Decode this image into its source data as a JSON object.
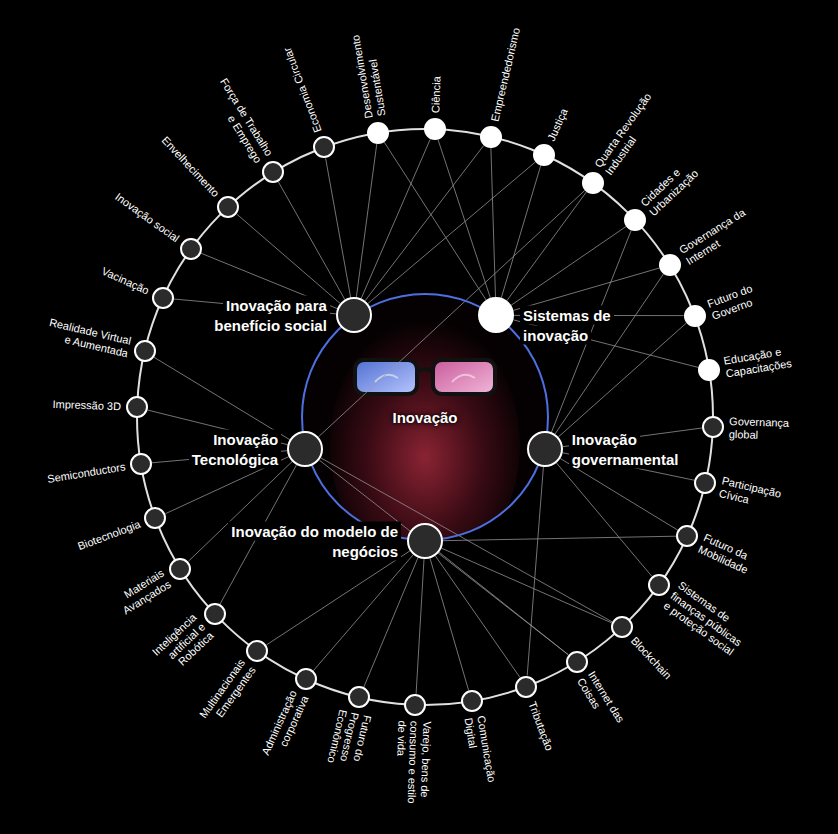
{
  "diagram": {
    "nodes": [
      {
        "text": [
          "Inovação"
        ]
      },
      {
        "text": [
          "Inovação para benefício social"
        ]
      },
      {
        "text": [
          "Sistemas de inovação"
        ]
      },
      {
        "text": [
          "Inovação Tecnológica"
        ]
      },
      {
        "text": [
          "Inovação governamental"
        ]
      },
      {
        "text": [
          "Inovação do modelo de negócios"
        ]
      },
      {
        "text": [
          "Economia Circular"
        ]
      },
      {
        "text": [
          "Desenvolvimento Sustentável"
        ]
      },
      {
        "text": [
          "Ciência"
        ]
      },
      {
        "text": [
          "Empreendedorismo"
        ]
      },
      {
        "text": [
          "Justiça"
        ]
      },
      {
        "text": [
          "Quarta Revolução Industrial"
        ]
      },
      {
        "text": [
          "Cidades e Urbanização"
        ]
      },
      {
        "text": [
          "Governança da Internet"
        ]
      },
      {
        "text": [
          "Futuro do Governo"
        ]
      },
      {
        "text": [
          "Educação e Capacitações"
        ]
      },
      {
        "text": [
          "Governança global"
        ]
      },
      {
        "text": [
          "Participação Cívica"
        ]
      },
      {
        "text": [
          "Futuro da Mobilidade"
        ]
      },
      {
        "text": [
          "Sistemas de finanças públicas e proteção social"
        ]
      },
      {
        "text": [
          "Blockchain"
        ]
      },
      {
        "text": [
          "Internet das Coisas"
        ]
      },
      {
        "text": [
          "Tributação"
        ]
      },
      {
        "text": [
          "Comunicação Digital"
        ]
      },
      {
        "text": [
          "Varejo, bens de consumo e estilo de vida"
        ]
      },
      {
        "text": [
          "Futuro do Progresso Econômico"
        ]
      },
      {
        "text": [
          "Administração corporativa"
        ]
      },
      {
        "text": [
          "Multinacionais Emergentes"
        ]
      },
      {
        "text": [
          "Inteligência artificial e Robótica"
        ]
      },
      {
        "text": [
          "Materiais Avançados"
        ]
      },
      {
        "text": [
          "Biotecnologia"
        ]
      },
      {
        "text": [
          "Semiconductors"
        ]
      },
      {
        "text": [
          "Impressão 3D"
        ]
      },
      {
        "text": [
          "Realidade Virtual e Aumentada"
        ]
      },
      {
        "text": [
          "Vacinação"
        ]
      },
      {
        "text": [
          "Inovação social"
        ]
      },
      {
        "text": [
          "Envelhecimento"
        ]
      },
      {
        "text": [
          "Força de Trabalho e Emprego"
        ]
      }
    ],
    "edges": [
      {
        "from": 1,
        "to": 6,
        "arrow": "none"
      },
      {
        "from": 1,
        "to": 37,
        "arrow": "none"
      },
      {
        "from": 1,
        "to": 36,
        "arrow": "none"
      },
      {
        "from": 1,
        "to": 35,
        "arrow": "none"
      },
      {
        "from": 1,
        "to": 34,
        "arrow": "none"
      },
      {
        "from": 1,
        "to": 7,
        "arrow": "none"
      },
      {
        "from": 1,
        "to": 8,
        "arrow": "none"
      },
      {
        "from": 1,
        "to": 9,
        "arrow": "none"
      },
      {
        "from": 1,
        "to": 10,
        "arrow": "none"
      },
      {
        "from": 2,
        "to": 7,
        "arrow": "none"
      },
      {
        "from": 2,
        "to": 8,
        "arrow": "none"
      },
      {
        "from": 2,
        "to": 9,
        "arrow": "none"
      },
      {
        "from": 2,
        "to": 10,
        "arrow": "none"
      },
      {
        "from": 2,
        "to": 11,
        "arrow": "none"
      },
      {
        "from": 2,
        "to": 12,
        "arrow": "none"
      },
      {
        "from": 2,
        "to": 13,
        "arrow": "none"
      },
      {
        "from": 2,
        "to": 14,
        "arrow": "none"
      },
      {
        "from": 2,
        "to": 15,
        "arrow": "none"
      },
      {
        "from": 3,
        "to": 33,
        "arrow": "none"
      },
      {
        "from": 3,
        "to": 32,
        "arrow": "none"
      },
      {
        "from": 3,
        "to": 31,
        "arrow": "none"
      },
      {
        "from": 3,
        "to": 30,
        "arrow": "none"
      },
      {
        "from": 3,
        "to": 29,
        "arrow": "none"
      },
      {
        "from": 3,
        "to": 28,
        "arrow": "none"
      },
      {
        "from": 3,
        "to": 20,
        "arrow": "none"
      },
      {
        "from": 3,
        "to": 21,
        "arrow": "none"
      },
      {
        "from": 3,
        "to": 11,
        "arrow": "none"
      },
      {
        "from": 4,
        "to": 16,
        "arrow": "none"
      },
      {
        "from": 4,
        "to": 17,
        "arrow": "none"
      },
      {
        "from": 4,
        "to": 18,
        "arrow": "none"
      },
      {
        "from": 4,
        "to": 19,
        "arrow": "none"
      },
      {
        "from": 4,
        "to": 22,
        "arrow": "none"
      },
      {
        "from": 4,
        "to": 14,
        "arrow": "none"
      },
      {
        "from": 4,
        "to": 13,
        "arrow": "none"
      },
      {
        "from": 4,
        "to": 12,
        "arrow": "none"
      },
      {
        "from": 5,
        "to": 27,
        "arrow": "none"
      },
      {
        "from": 5,
        "to": 26,
        "arrow": "none"
      },
      {
        "from": 5,
        "to": 25,
        "arrow": "none"
      },
      {
        "from": 5,
        "to": 24,
        "arrow": "none"
      },
      {
        "from": 5,
        "to": 23,
        "arrow": "none"
      },
      {
        "from": 5,
        "to": 21,
        "arrow": "none"
      },
      {
        "from": 5,
        "to": 20,
        "arrow": "none"
      },
      {
        "from": 5,
        "to": 22,
        "arrow": "none"
      },
      {
        "from": 5,
        "to": 18,
        "arrow": "none"
      }
    ]
  }
}
